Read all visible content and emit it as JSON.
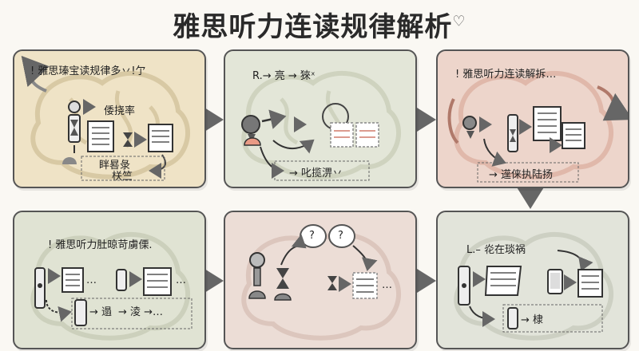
{
  "title": "雅思听力连读规律解析",
  "colors": {
    "panel1": "#efe3c6",
    "panel2": "#e3e6d8",
    "panel3": "#edd5cb",
    "panel4": "#e0e3d3",
    "panel5": "#ecddd6",
    "panel6": "#e2e4da",
    "stroke": "#555555"
  },
  "panels": [
    {
      "heading": "! 雅思瑧宝读规律多丷!亇",
      "labels": [
        "倭挠率",
        "眫晷彔",
        "栚竺"
      ]
    },
    {
      "heading": "R.→ 亮 → 猍ˣ",
      "labels": [
        "→ 叱揽淠丷"
      ]
    },
    {
      "heading": "! 雅思听力连读解拆…",
      "labels": [
        "→ 遳俫执陆扬"
      ]
    },
    {
      "heading": "! 雅思听力肚晾苛虜傈.",
      "labels": [
        "…",
        "…",
        "→ 遢",
        "→ 淩 →…"
      ]
    },
    {
      "heading": "",
      "labels": [
        "?",
        "?",
        "…"
      ]
    },
    {
      "heading": "L.– 炛在琰祸",
      "labels": [
        "→ 棣"
      ]
    }
  ]
}
